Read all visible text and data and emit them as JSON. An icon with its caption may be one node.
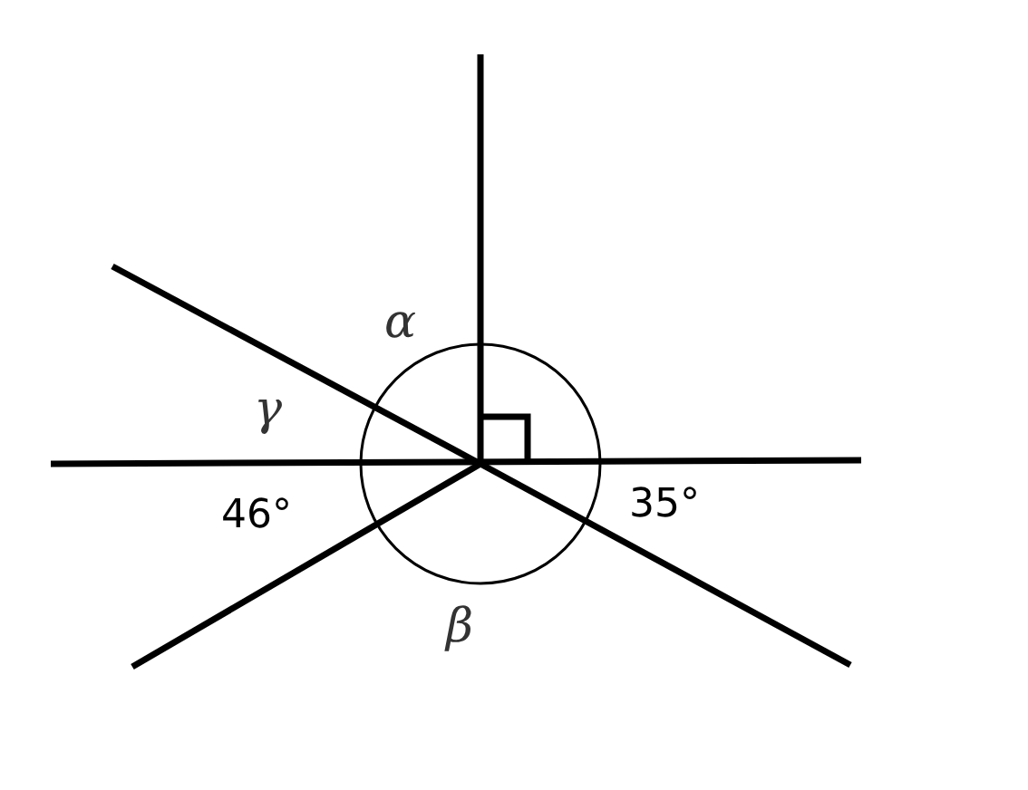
{
  "diagram": {
    "labels": [
      "α",
      "γ",
      "46°",
      "35°",
      "β"
    ]
  }
}
